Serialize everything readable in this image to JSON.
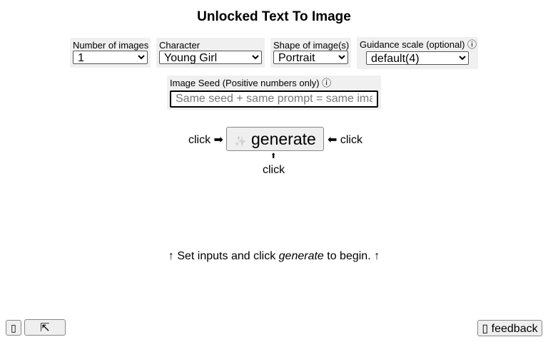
{
  "title": "Unlocked Text To Image",
  "fields": {
    "num_images": {
      "label": "Number of images",
      "value": "1"
    },
    "character": {
      "label": "Character",
      "value": "Young Girl"
    },
    "shape": {
      "label": "Shape of image(s)",
      "value": "Portrait"
    },
    "guidance": {
      "label": "Guidance scale (optional)",
      "value": "default(4)",
      "info_icon": "ⓘ"
    },
    "seed": {
      "label": "Image Seed (Positive numbers only)",
      "placeholder": "Same seed + same prompt = same image",
      "info_icon": "ⓘ"
    }
  },
  "generate": {
    "label": "generate",
    "icon": "✨",
    "left_hint": "click ➡",
    "right_hint": "⬅ click",
    "up_arrow": "⬆",
    "bottom_hint": "click"
  },
  "status": {
    "before": "↑ Set inputs and click ",
    "em": "generate",
    "after": " to begin. ↑"
  },
  "footer": {
    "left_button": "▯",
    "expand_button": "⇱",
    "feedback_label": "▯ feedback"
  }
}
